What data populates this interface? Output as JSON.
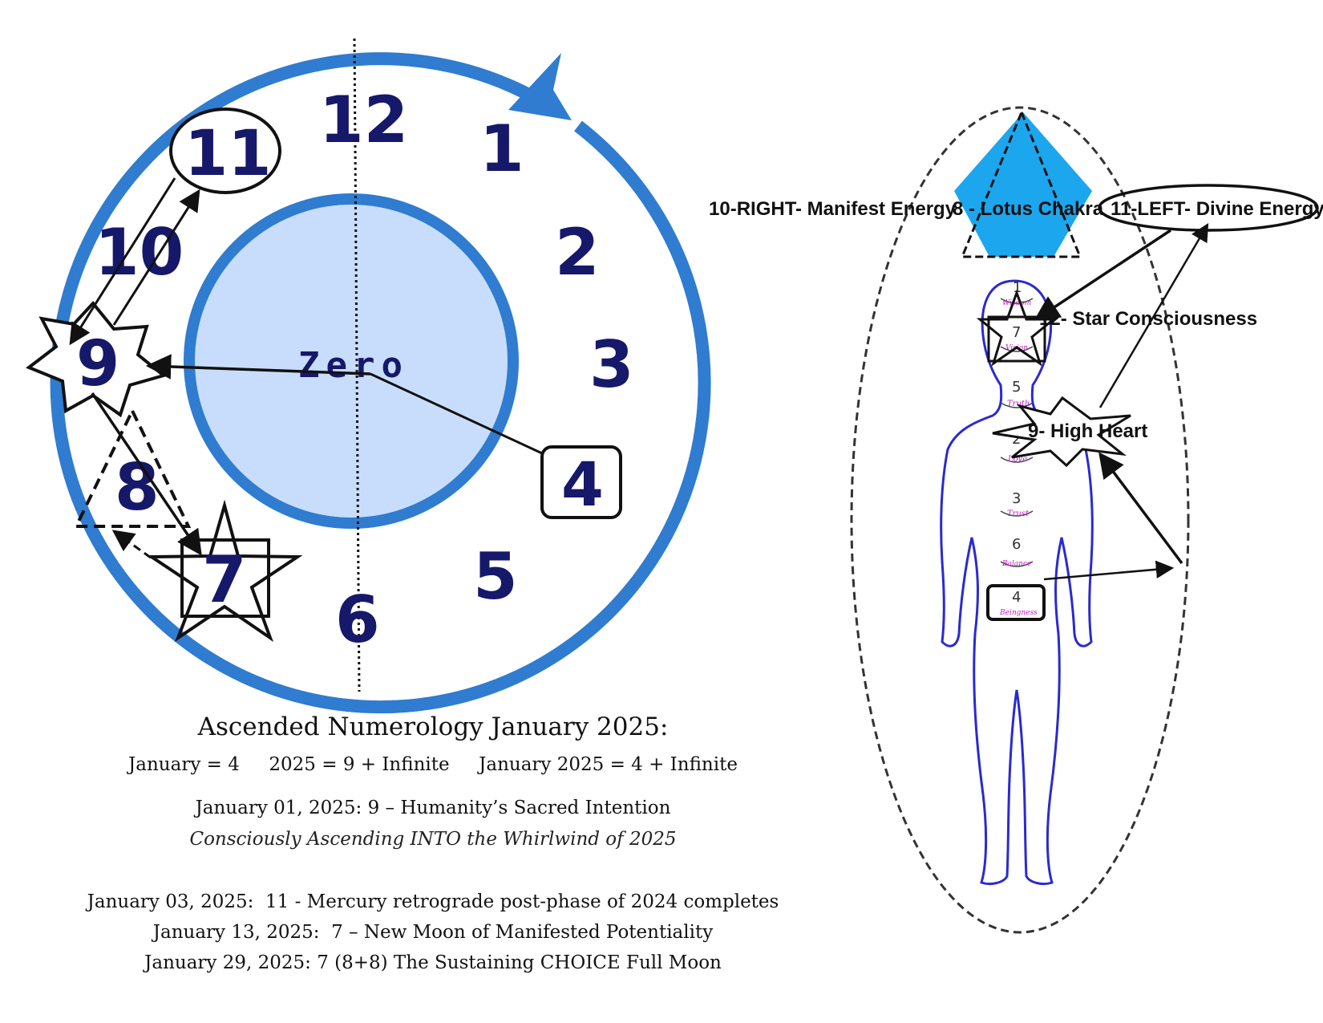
{
  "clock": {
    "center_label": "Zero",
    "numbers": {
      "n1": "1",
      "n2": "2",
      "n3": "3",
      "n4": "4",
      "n5": "5",
      "n6": "6",
      "n7": "7",
      "n8": "8",
      "n9": "9",
      "n10": "10",
      "n11": "11",
      "n12": "12"
    }
  },
  "figure": {
    "labels": {
      "right_energy": "10-RIGHT- Manifest Energy",
      "lotus": "8 - Lotus Chakra",
      "left_energy": "11-LEFT- Divine Energy",
      "star": "12- Star Consciousness",
      "high_heart": "9- High Heart"
    },
    "chakras": [
      {
        "num": "1",
        "word": "Wisdom"
      },
      {
        "num": "7",
        "word": "Vision"
      },
      {
        "num": "5",
        "word": "Truth"
      },
      {
        "num": "2",
        "word": "Love"
      },
      {
        "num": "3",
        "word": "Trust"
      },
      {
        "num": "6",
        "word": "Balance"
      },
      {
        "num": "4",
        "word": "Beingness"
      }
    ]
  },
  "text": {
    "title": "Ascended Numerology January 2025:",
    "line1": "January = 4     2025 = 9 + Infinite     January 2025 = 4 + Infinite",
    "line2": "January 01, 2025: 9 – Humanity’s Sacred Intention",
    "line3": "Consciously Ascending INTO the Whirlwind of 2025",
    "line4": "January 03, 2025:  11 - Mercury retrograde post-phase of 2024 completes",
    "line5": "January 13, 2025:  7 – New Moon of Manifested Potentiality",
    "line6": "January 29, 2025: 7 (8+8) The Sustaining CHOICE Full Moon"
  },
  "colors": {
    "ring": "#2f7cd0",
    "inner_fill": "#c8ddfb",
    "numbers": "#16186a",
    "lotus": "#1ca6ee",
    "body_outline": "#2a2ad0",
    "chakra_word": "#c020c0"
  }
}
